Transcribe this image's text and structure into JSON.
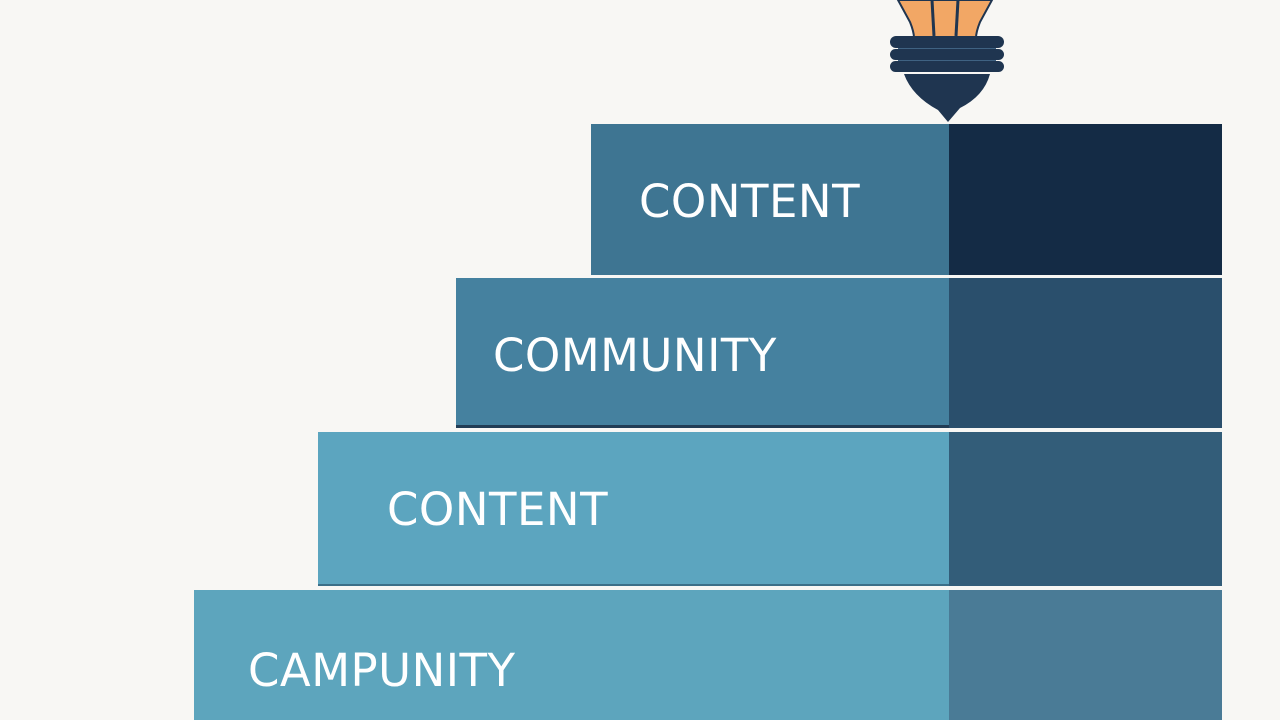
{
  "steps": [
    {
      "label": "CONTENT"
    },
    {
      "label": "COMMUNITY"
    },
    {
      "label": "CONTENT"
    },
    {
      "label": "CAMPUNITY"
    }
  ],
  "icons": {
    "top": "lightbulb-icon"
  },
  "colors": {
    "background": "#f8f7f4",
    "step_1_front": "#3e7592",
    "step_1_side": "#142b45",
    "step_2_front": "#45819f",
    "step_2_side": "#2a4f6c",
    "step_3_front": "#5ca5bf",
    "step_3_side": "#335d79",
    "step_4_front": "#5da5bd",
    "step_4_side": "#4a7b96",
    "bulb_glass": "#f2a765",
    "bulb_base": "#1f3550"
  }
}
